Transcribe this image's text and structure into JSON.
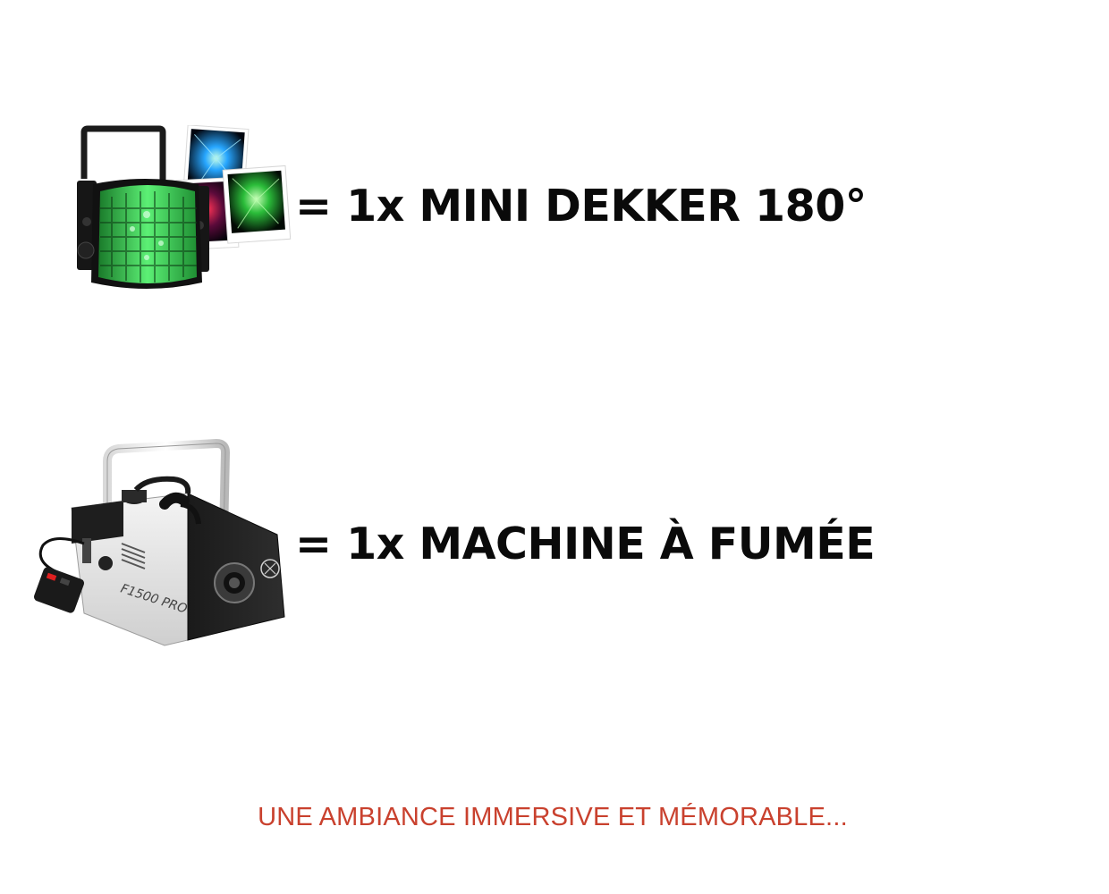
{
  "items": [
    {
      "label": "= 1x MINI DEKKER 180°",
      "icon": "mini-dekker-light-image"
    },
    {
      "label": "= 1x MACHINE À FUMÉE",
      "icon": "smoke-machine-image"
    }
  ],
  "tagline": "UNE AMBIANCE IMMERSIVE ET MÉMORABLE...",
  "colors": {
    "label": "#0a0a0a",
    "tagline": "#c9412e",
    "led_green": "#3ad650"
  }
}
